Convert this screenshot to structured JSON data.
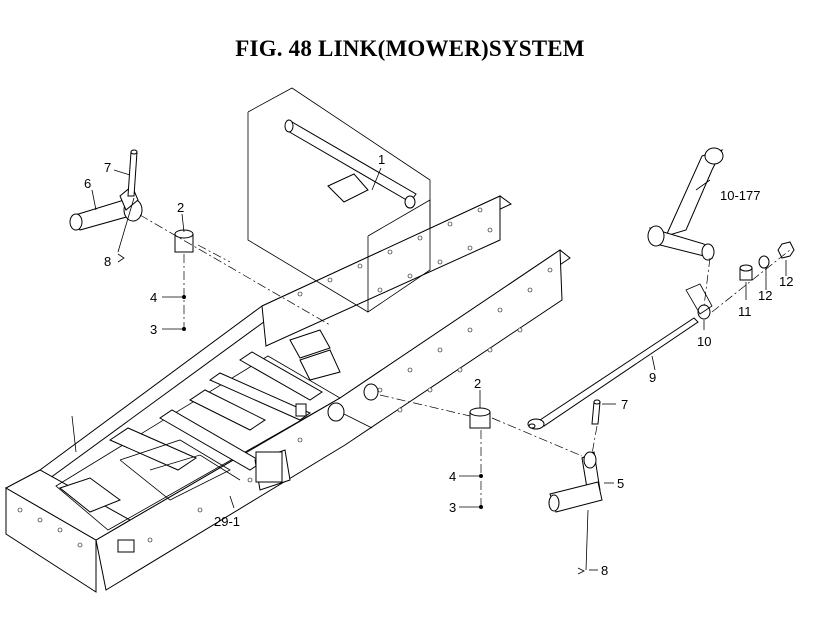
{
  "title": "FIG. 48  LINK(MOWER)SYSTEM",
  "callouts": {
    "c1": "1",
    "c2a": "2",
    "c2b": "2",
    "c3a": "3",
    "c3b": "3",
    "c4a": "4",
    "c4b": "4",
    "c5": "5",
    "c6": "6",
    "c7a": "7",
    "c7b": "7",
    "c8a": "8",
    "c8b": "8",
    "c9": "9",
    "c10": "10",
    "c10_177": "10-177",
    "c11": "11",
    "c12a": "12",
    "c12b": "12",
    "c29_1": "29-1"
  }
}
